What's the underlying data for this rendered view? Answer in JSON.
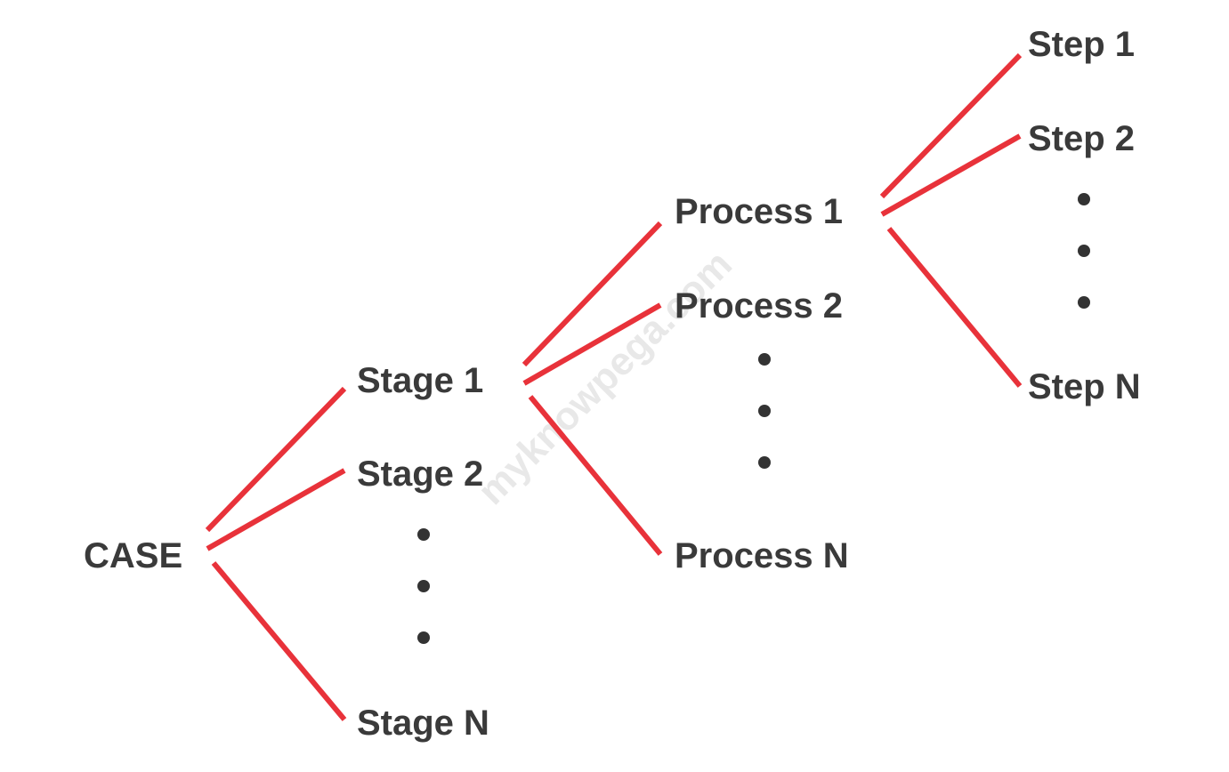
{
  "colors": {
    "edge": "#e8323a",
    "label": "#3a3a3a",
    "dot": "#333333",
    "watermark": "#d6d6d6",
    "background": "#ffffff"
  },
  "watermark": "myknowpega.com",
  "root": {
    "label": "CASE"
  },
  "levels": [
    {
      "name": "stages",
      "items": [
        "Stage 1",
        "Stage 2",
        "Stage N"
      ]
    },
    {
      "name": "processes",
      "items": [
        "Process 1",
        "Process 2",
        "Process N"
      ]
    },
    {
      "name": "steps",
      "items": [
        "Step 1",
        "Step 2",
        "Step N"
      ]
    }
  ]
}
